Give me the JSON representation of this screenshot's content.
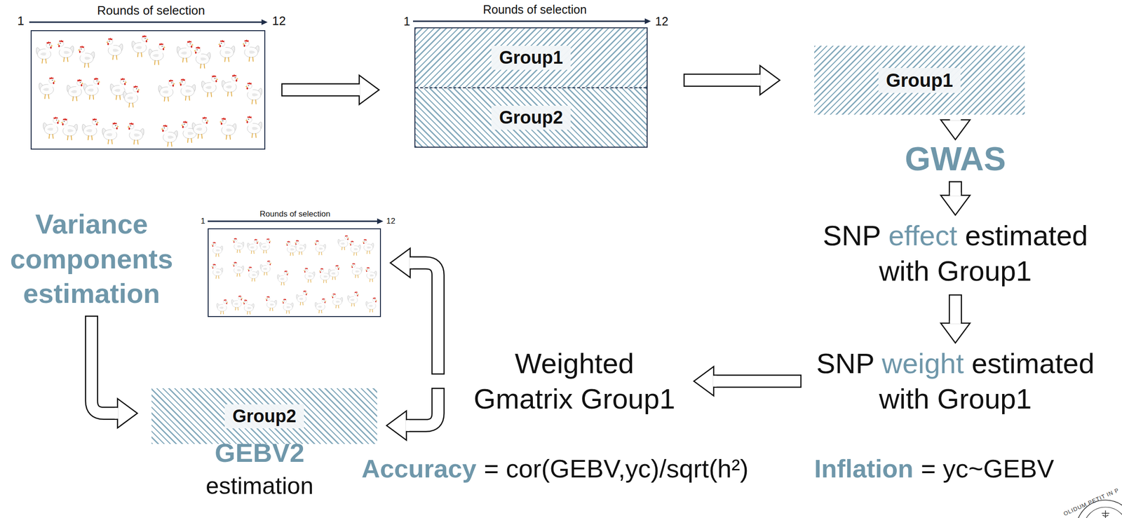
{
  "diagram": {
    "nodes": [
      {
        "text": [
          "1",
          "Rounds of selection",
          "12"
        ]
      },
      {
        "text": [
          "1",
          "Rounds of selection",
          "12"
        ]
      },
      {
        "text": [
          "Group1"
        ],
        "in": 1
      },
      {
        "text": [
          "Group2"
        ],
        "in": 1
      },
      {
        "text": [
          "Group1"
        ]
      },
      {
        "text": [
          "GWAS"
        ]
      },
      {
        "text": [
          "SNP effect estimated with Group1"
        ]
      },
      {
        "text": [
          "SNP weight estimated with Group1"
        ]
      },
      {
        "text": [
          "Weighted Gmatrix Group1"
        ]
      },
      {
        "text": [
          "1",
          "Rounds of selection",
          "12"
        ]
      },
      {
        "text": [
          "Variance components estimation"
        ]
      },
      {
        "text": [
          "Group2",
          "GEBV2",
          "estimation"
        ]
      }
    ],
    "edges": [
      {
        "from": 0,
        "to": 1,
        "arrow": "to"
      },
      {
        "from": 1,
        "to": 4,
        "arrow": "to"
      },
      {
        "from": 4,
        "to": 5,
        "arrow": "to"
      },
      {
        "from": 5,
        "to": 6,
        "arrow": "to"
      },
      {
        "from": 6,
        "to": 7,
        "arrow": "to"
      },
      {
        "from": 7,
        "to": 8,
        "arrow": "to"
      },
      {
        "from": 8,
        "to": 9,
        "arrow": "to"
      },
      {
        "from": 8,
        "to": 11,
        "arrow": "to"
      },
      {
        "from": 10,
        "to": 11,
        "arrow": "to"
      }
    ],
    "labels": [
      "Accuracy",
      "= cor(GEBV,yc)/sqrt(h²)",
      "Inflation",
      "= yc~GEBV",
      "OLIDUM PETIT IN P"
    ]
  }
}
